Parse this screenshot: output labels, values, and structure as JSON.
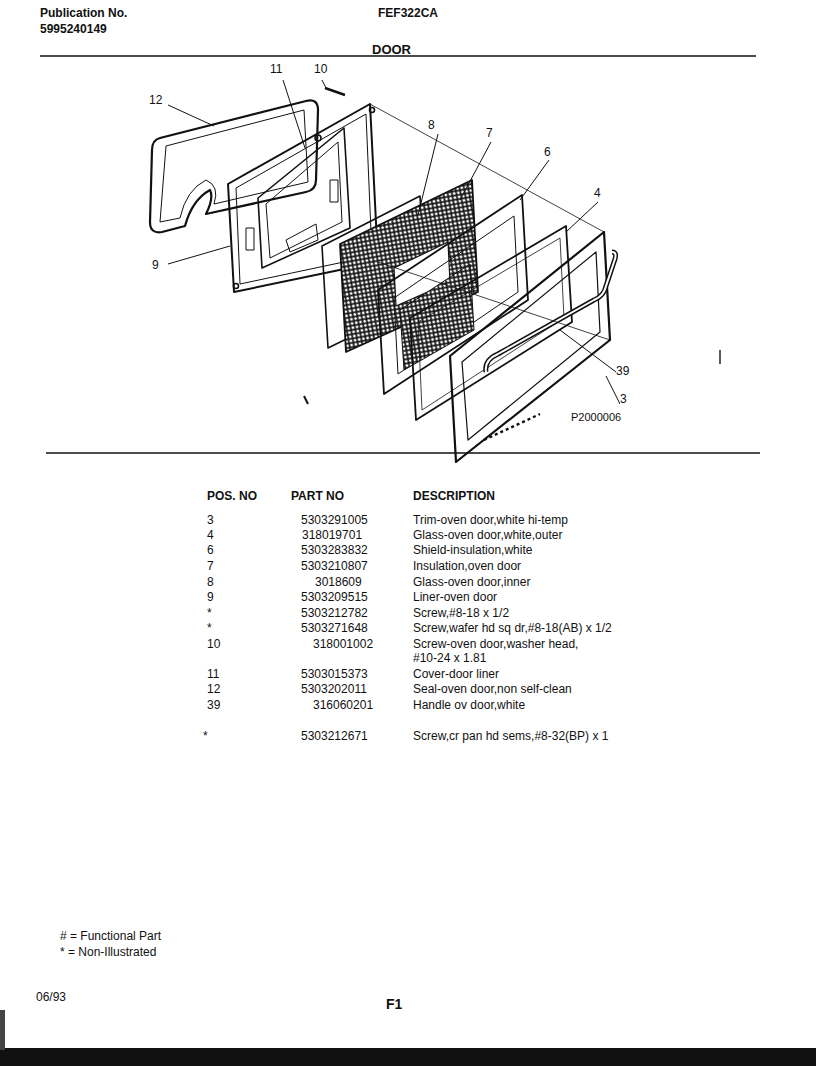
{
  "diagram": {
    "title": "DOOR",
    "labels": [
      "Publication No.",
      "5995240149",
      "FEF322CA",
      "12",
      "11",
      "10",
      "8",
      "7",
      "6",
      "4",
      "9",
      "39",
      "3",
      "P2000006",
      "POS. NO",
      "PART NO",
      "DESCRIPTION",
      "3",
      "5303291005",
      "Trim-oven door,white hi-temp",
      "4",
      "318019701",
      "Glass-oven door,white,outer",
      "6",
      "5303283832",
      "Shield-insulation,white",
      "7",
      "5303210807",
      "Insulation,oven door",
      "8",
      "3018609",
      "Glass-oven door,inner",
      "9",
      "5303209515",
      "Liner-oven door",
      "*",
      "5303212782",
      "Screw,#8-18 x 1/2",
      "*",
      "5303271648",
      "Screw,wafer hd sq dr,#8-18(AB) x 1/2",
      "10",
      "318001002",
      "Screw-oven door,washer head, #10-24 x 1.81",
      "11",
      "5303015373",
      "Cover-door liner",
      "12",
      "5303202011",
      "Seal-oven door,non self-clean",
      "39",
      "316060201",
      "Handle ov door,white",
      "*",
      "5303212671",
      "Screw,cr pan hd sems,#8-32(BP) x 1",
      "# = Functional Part",
      "* = Non-Illustrated",
      "06/93",
      "F1"
    ]
  }
}
